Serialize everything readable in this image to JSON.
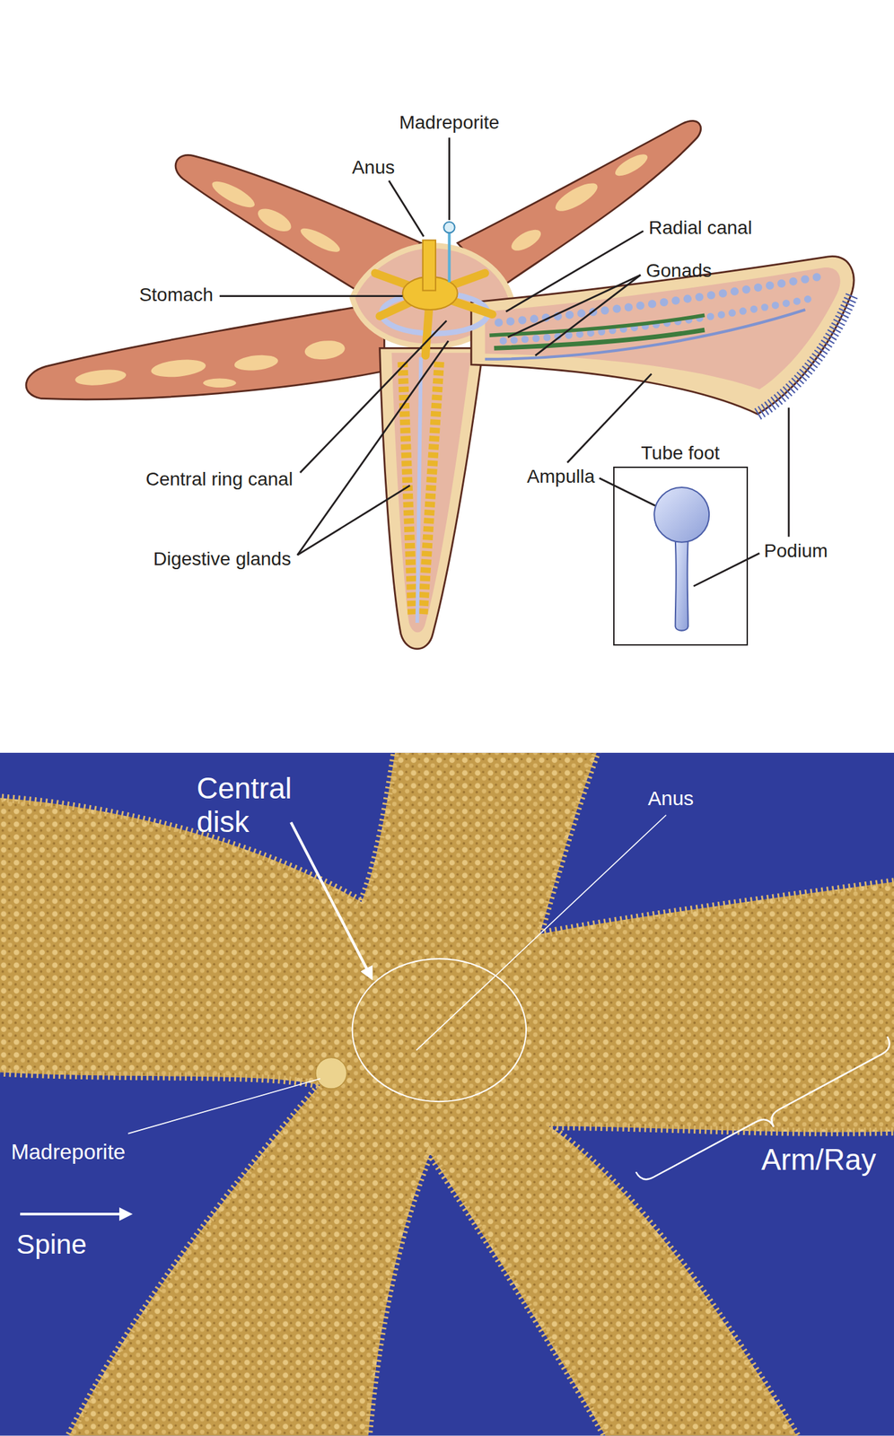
{
  "diagram": {
    "nodes": [
      {
        "text": [
          "Tube foot"
        ]
      }
    ],
    "labels": [
      "Madreporite",
      "Anus",
      "Radial canal",
      "Gonads",
      "Stomach",
      "Central ring canal",
      "Digestive glands",
      "Ampulla",
      "Podium",
      "Central disk",
      "Anus",
      "Madreporite",
      "Spine",
      "Arm/Ray"
    ]
  }
}
